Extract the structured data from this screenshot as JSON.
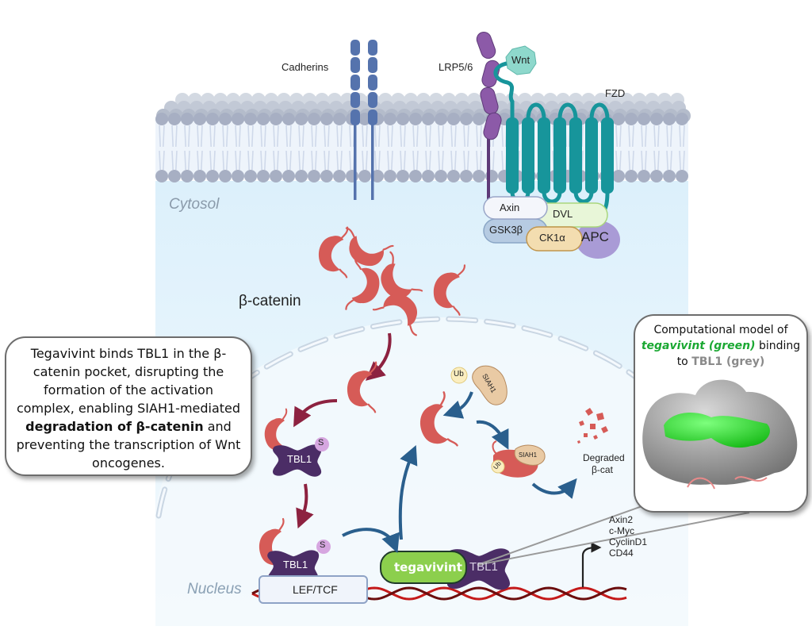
{
  "figure": {
    "title": "Wnt/β-catenin signaling and tegavivint mechanism of action",
    "compartments": {
      "cytosol": "Cytosol",
      "nucleus": "Nucleus"
    },
    "membrane_proteins": {
      "cadherins": "Cadherins",
      "lrp": "LRP5/6",
      "wnt": "Wnt",
      "fzd": "FZD"
    },
    "destruction_complex": {
      "axin": "Axin",
      "dvl": "DVL",
      "gsk3b": "GSK3β",
      "ck1a": "CK1α",
      "apc": "APC"
    },
    "beta_catenin_label": "β-catenin",
    "tbl1_label": "TBL1",
    "sumo_label": "S",
    "ub_label": "Ub",
    "siah1_label": "SIAH1",
    "degraded_label_line1": "Degraded",
    "degraded_label_line2": "β-cat",
    "lef_tcf_label": "LEF/TCF",
    "tegavivint_label": "tegavivint",
    "target_genes": [
      "Axin2",
      "c-Myc",
      "CyclinD1",
      "CD44"
    ]
  },
  "callout_left": {
    "text_part1": "Tegavivint binds TBL1 in the β-catenin pocket, disrupting the formation of the activation complex, enabling SIAH1-mediated ",
    "text_bold": "degradation of β-catenin",
    "text_part2": " and preventing the transcription of Wnt oncogenes."
  },
  "callout_right": {
    "line1": "Computational model of",
    "drug_italic": "tegavivint (green)",
    "line2_rest": " binding",
    "line3_pre": "to ",
    "protein_grey": "TBL1 (grey)"
  },
  "colors": {
    "beta_catenin": "#d65b57",
    "tbl1": "#4b2d66",
    "fzd": "#17959b",
    "lrp": "#8c5aa8",
    "cadherin": "#5573ad",
    "wnt": "#8ed8cc",
    "tegavivint": "#8ccf4d",
    "arrow_red": "#8d2240",
    "arrow_blue": "#2a5f8d",
    "dna_red": "#c41a1a",
    "dna_dark": "#6b0d0d",
    "cytosol_bg": "#dff1fb",
    "nucleus_bg": "#f2f9fd",
    "model_green": "#22d622",
    "model_grey": "#8e8e8e"
  }
}
